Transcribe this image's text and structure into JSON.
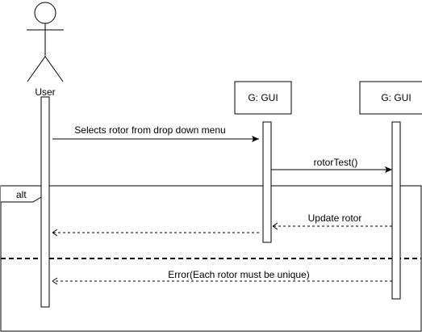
{
  "actor": {
    "label": "User"
  },
  "lifelines": [
    {
      "label": "G: GUI"
    },
    {
      "label": "G: GUI"
    }
  ],
  "messages": {
    "select_rotor": "Selects rotor from drop down menu",
    "rotor_test": "rotorTest()",
    "update_rotor": "Update rotor",
    "error_unique": "Error(Each rotor must be unique)"
  },
  "fragment": {
    "operator": "alt"
  },
  "colors": {
    "stroke": "#000000",
    "background": "#ffffff"
  }
}
